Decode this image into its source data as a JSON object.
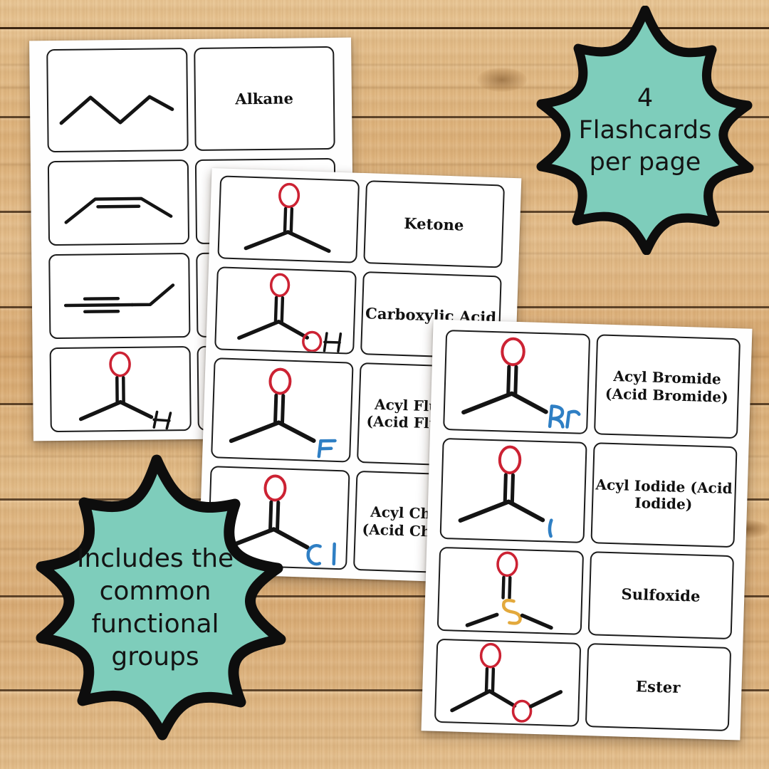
{
  "theme": {
    "teal": "#7ecdbb",
    "outline": "#111111",
    "oxygen_red": "#cc2233",
    "halogen_blue": "#2f7fc4",
    "sulfur_gold": "#e3a93c",
    "bond_black": "#141414",
    "paper_white": "#fefefe",
    "wood_base": "#ddb179"
  },
  "badges": [
    {
      "id": "flashcards-per-page",
      "text": "4\nFlashcards\nper page",
      "fill": "#7ecdbb"
    },
    {
      "id": "common-functional-groups",
      "text": "Includes the\ncommon\nfunctional\ngroups",
      "fill": "#7ecdbb"
    }
  ],
  "pages": [
    {
      "id": "page-back",
      "cards": [
        {
          "label": "",
          "structure": "alkane"
        },
        {
          "label": "Alkane",
          "structure": null
        },
        {
          "label": "",
          "structure": "alkene"
        },
        {
          "label": "",
          "structure": null
        },
        {
          "label": "",
          "structure": "alkyne"
        },
        {
          "label": "",
          "structure": null
        },
        {
          "label": "",
          "structure": "aldehyde"
        },
        {
          "label": "",
          "structure": null
        }
      ]
    },
    {
      "id": "page-middle",
      "cards": [
        {
          "label": "",
          "structure": "ketone"
        },
        {
          "label": "Ketone",
          "structure": null
        },
        {
          "label": "",
          "structure": "carboxylic-acid"
        },
        {
          "label": "Carboxylic\nAcid",
          "structure": null
        },
        {
          "label": "",
          "structure": "acyl-fluoride"
        },
        {
          "label": "Acyl Fluoride\n(Acid Fluoride)",
          "structure": null
        },
        {
          "label": "",
          "structure": "acyl-chloride"
        },
        {
          "label": "Acyl Chloride\n(Acid Chloride)",
          "structure": null
        }
      ]
    },
    {
      "id": "page-front",
      "cards": [
        {
          "label": "",
          "structure": "acyl-bromide"
        },
        {
          "label": "Acyl Bromide\n(Acid Bromide)",
          "structure": null
        },
        {
          "label": "",
          "structure": "acyl-iodide"
        },
        {
          "label": "Acyl Iodide\n(Acid Iodide)",
          "structure": null
        },
        {
          "label": "",
          "structure": "sulfoxide"
        },
        {
          "label": "Sulfoxide",
          "structure": null
        },
        {
          "label": "",
          "structure": "ester"
        },
        {
          "label": "Ester",
          "structure": null
        }
      ]
    }
  ],
  "atom_labels": {
    "oxygen": "O",
    "hydrogen": "H",
    "hydroxyl": "OH",
    "fluorine": "F",
    "chlorine": "Cl",
    "bromine": "Br",
    "iodine": "I",
    "sulfur": "S"
  }
}
